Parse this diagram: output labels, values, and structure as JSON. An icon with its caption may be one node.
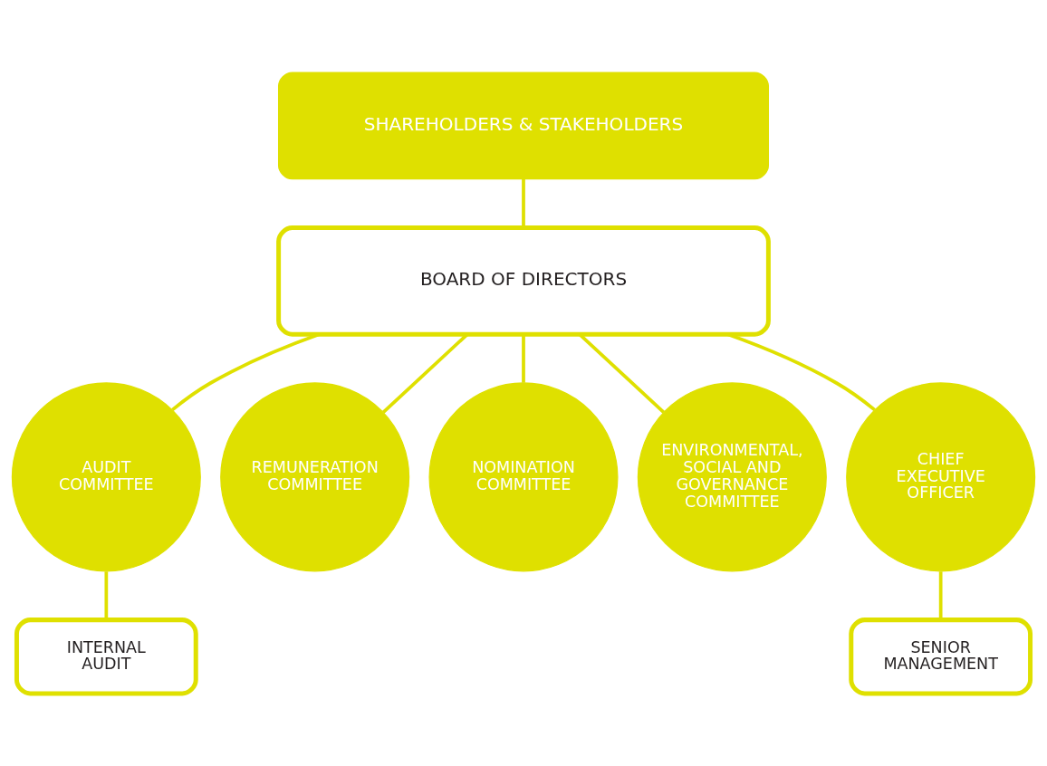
{
  "diagram": {
    "nodes": [
      {
        "text": [
          "SHAREHOLDERS & STAKEHOLDERS"
        ]
      },
      {
        "text": [
          "BOARD OF DIRECTORS"
        ]
      },
      {
        "text": [
          "AUDIT COMMITTEE"
        ]
      },
      {
        "text": [
          "REMUNERATION COMMITTEE"
        ]
      },
      {
        "text": [
          "NOMINATION COMMITTEE"
        ]
      },
      {
        "text": [
          "ENVIRONMENTAL, SOCIAL AND GOVERNANCE COMMITTEE"
        ]
      },
      {
        "text": [
          "CHIEF EXECUTIVE OFFICER"
        ]
      },
      {
        "text": [
          "INTERNAL AUDIT"
        ]
      },
      {
        "text": [
          "SENIOR MANAGEMENT"
        ]
      }
    ],
    "edges": [
      {
        "from": 0,
        "to": 1,
        "arrow": "none"
      },
      {
        "from": 1,
        "to": 2,
        "arrow": "none"
      },
      {
        "from": 1,
        "to": 3,
        "arrow": "none"
      },
      {
        "from": 1,
        "to": 4,
        "arrow": "none"
      },
      {
        "from": 1,
        "to": 5,
        "arrow": "none"
      },
      {
        "from": 1,
        "to": 6,
        "arrow": "none"
      },
      {
        "from": 2,
        "to": 7,
        "arrow": "none"
      },
      {
        "from": 6,
        "to": 8,
        "arrow": "none"
      }
    ]
  }
}
